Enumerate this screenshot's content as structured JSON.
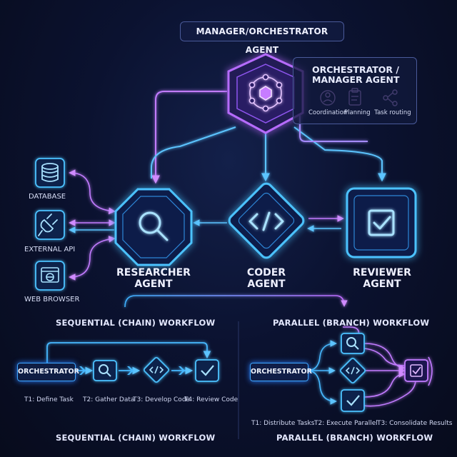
{
  "header": {
    "title": "MANAGER/ORCHESTRATOR AGENT"
  },
  "orchestrator_panel": {
    "title_line1": "ORCHESTRATOR /",
    "title_line2": "MANAGER AGENT",
    "features": [
      {
        "label": "Coordination",
        "icon": "people-network-icon"
      },
      {
        "label": "Planning",
        "icon": "clipboard-icon"
      },
      {
        "label": "Task routing",
        "icon": "routing-icon"
      }
    ]
  },
  "resources": [
    {
      "label": "DATABASE",
      "icon": "database-icon"
    },
    {
      "label": "EXTERNAL API",
      "icon": "plug-icon"
    },
    {
      "label": "WEB BROWSER",
      "icon": "browser-icon"
    }
  ],
  "agents": {
    "researcher": {
      "line1": "RESEARCHER",
      "line2": "AGENT",
      "icon": "magnifier-icon"
    },
    "coder": {
      "line1": "CODER",
      "line2": "AGENT",
      "icon": "code-icon"
    },
    "reviewer": {
      "line1": "REVIEWER",
      "line2": "AGENT",
      "icon": "checkbox-icon"
    }
  },
  "sequential": {
    "title": "SEQUENTIAL (CHAIN) WORKFLOW",
    "orchestrator_label": "ORCHESTRATOR",
    "steps": [
      "T1: Define Task",
      "T2: Gather Data",
      "T3: Develop Code",
      "T4: Review Code"
    ],
    "footer": "SEQUENTIAL (CHAIN) WORKFLOW"
  },
  "parallel": {
    "title": "PARALLEL (BRANCH) WORKFLOW",
    "orchestrator_label": "ORCHESTRATOR",
    "steps": [
      "T1: Distribute Tasks",
      "T2: Execute Parallel",
      "T3: Consolidate Results"
    ],
    "footer": "PARALLEL (BRANCH) WORKFLOW"
  },
  "colors": {
    "blue": "#38b6ff",
    "purple": "#b46bff",
    "magenta": "#d67cff",
    "text": "#e8ecff"
  }
}
